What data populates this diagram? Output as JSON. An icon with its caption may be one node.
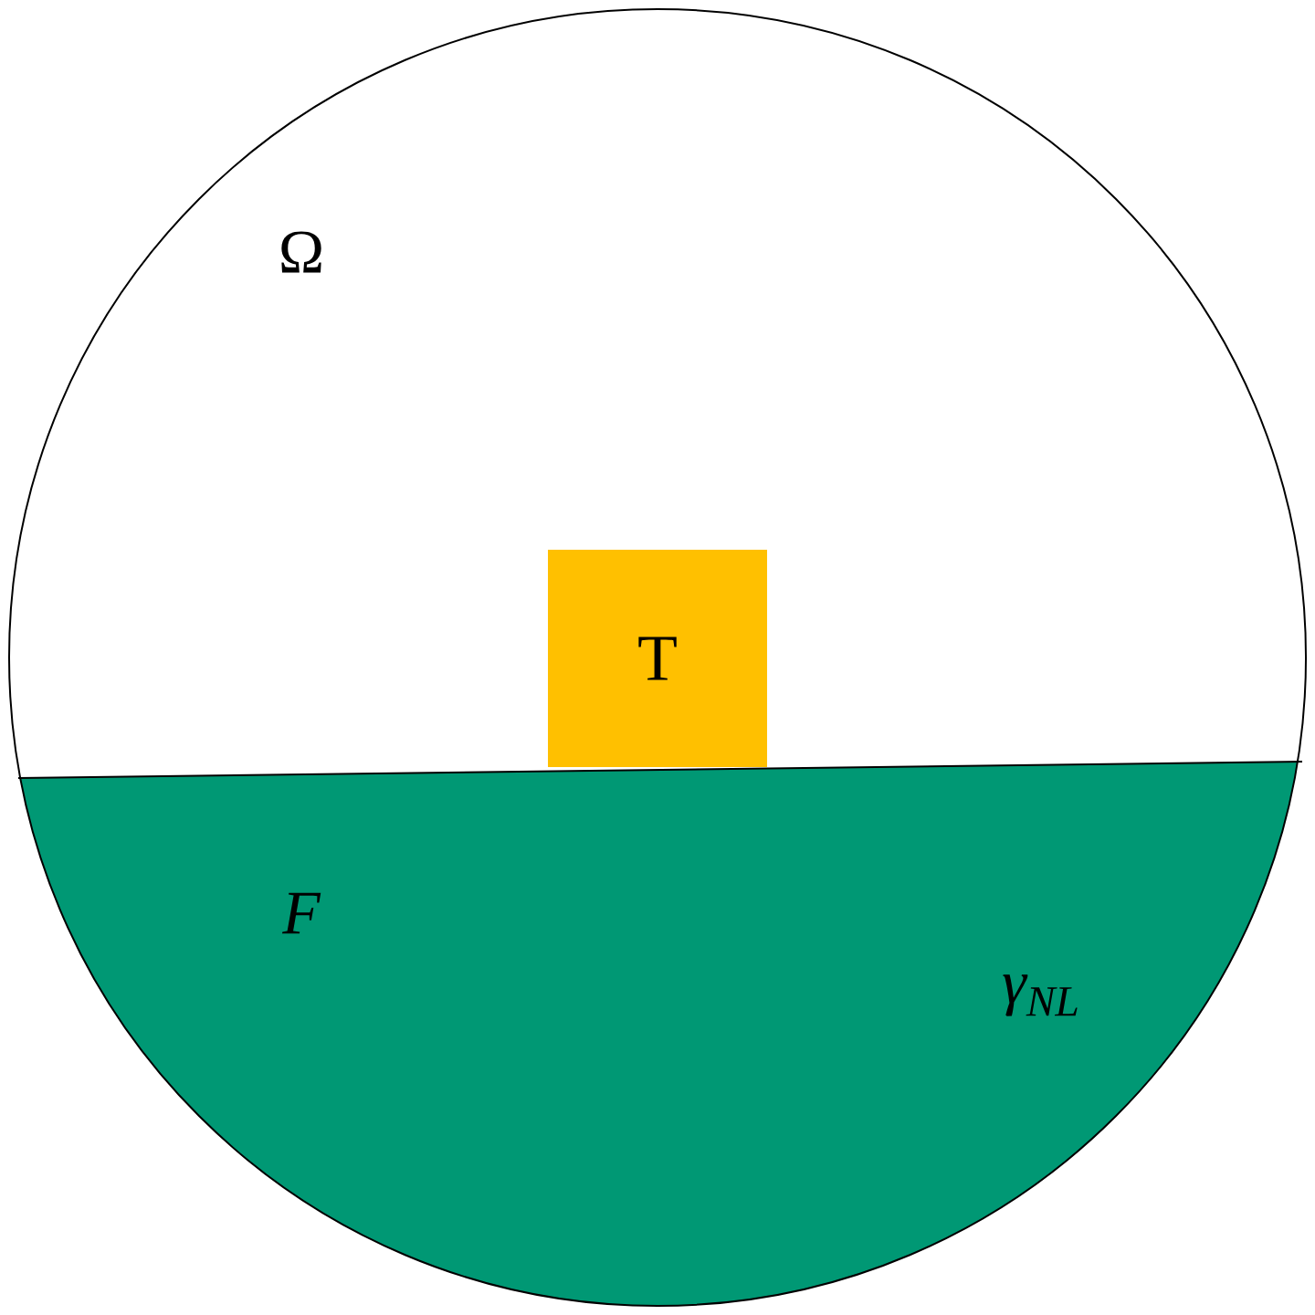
{
  "diagram": {
    "nodes": [
      {
        "text": [
          "Ω"
        ]
      },
      {
        "text": [
          "F",
          "γ$_{NL}$"
        ],
        "in": 0
      },
      {
        "text": [
          "T"
        ],
        "in": 0
      }
    ]
  }
}
